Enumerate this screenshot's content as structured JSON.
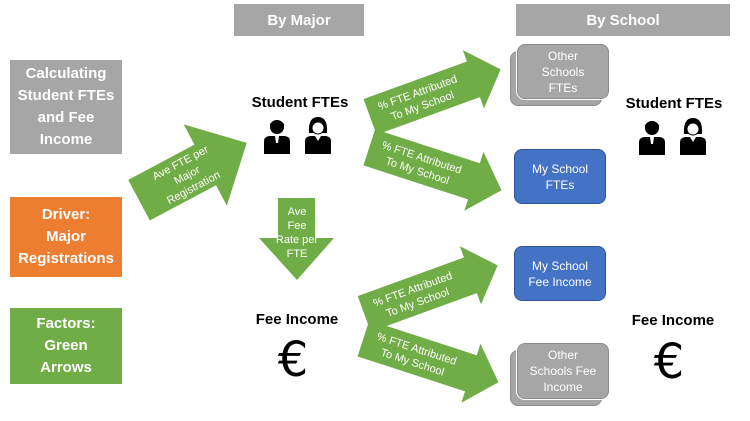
{
  "headers": {
    "by_major": "By Major",
    "by_school": "By School"
  },
  "legend": {
    "calc": [
      "Calculating",
      "Student FTEs",
      "and Fee",
      "Income"
    ],
    "driver": [
      "Driver:",
      "Major",
      "Registrations"
    ],
    "factors": [
      "Factors:",
      "Green",
      "Arrows"
    ]
  },
  "headings": {
    "student_ftes_left": "Student FTEs",
    "student_ftes_right": "Student FTEs",
    "fee_income_left": "Fee Income",
    "fee_income_right": "Fee Income",
    "euro_symbol": "€"
  },
  "arrows": {
    "ave_fte": [
      "Ave FTE per",
      "Major",
      "Registration"
    ],
    "ave_fee": [
      "Ave",
      "Fee",
      "Rate per",
      "FTE"
    ],
    "pct_top_other": [
      "% FTE Attributed",
      "To My School"
    ],
    "pct_top_my": [
      "% FTE Attributed",
      "To My School"
    ],
    "pct_fee_my": [
      "% FTE Attributed",
      "To My School"
    ],
    "pct_fee_other": [
      "% FTE Attributed",
      "To My School"
    ]
  },
  "boxes": {
    "other_ftes": [
      "Other",
      "Schools",
      "FTEs"
    ],
    "my_ftes": [
      "My School",
      "FTEs"
    ],
    "my_fee": [
      "My School",
      "Fee Income"
    ],
    "other_fee": [
      "Other",
      "Schools Fee",
      "Income"
    ]
  },
  "colors": {
    "grey": "#a6a6a6",
    "orange": "#ed7d31",
    "green": "#70ad47",
    "blue": "#4472c4"
  },
  "icons": {
    "student_male": "person-male-icon",
    "student_female": "person-female-icon",
    "currency": "euro-icon"
  }
}
